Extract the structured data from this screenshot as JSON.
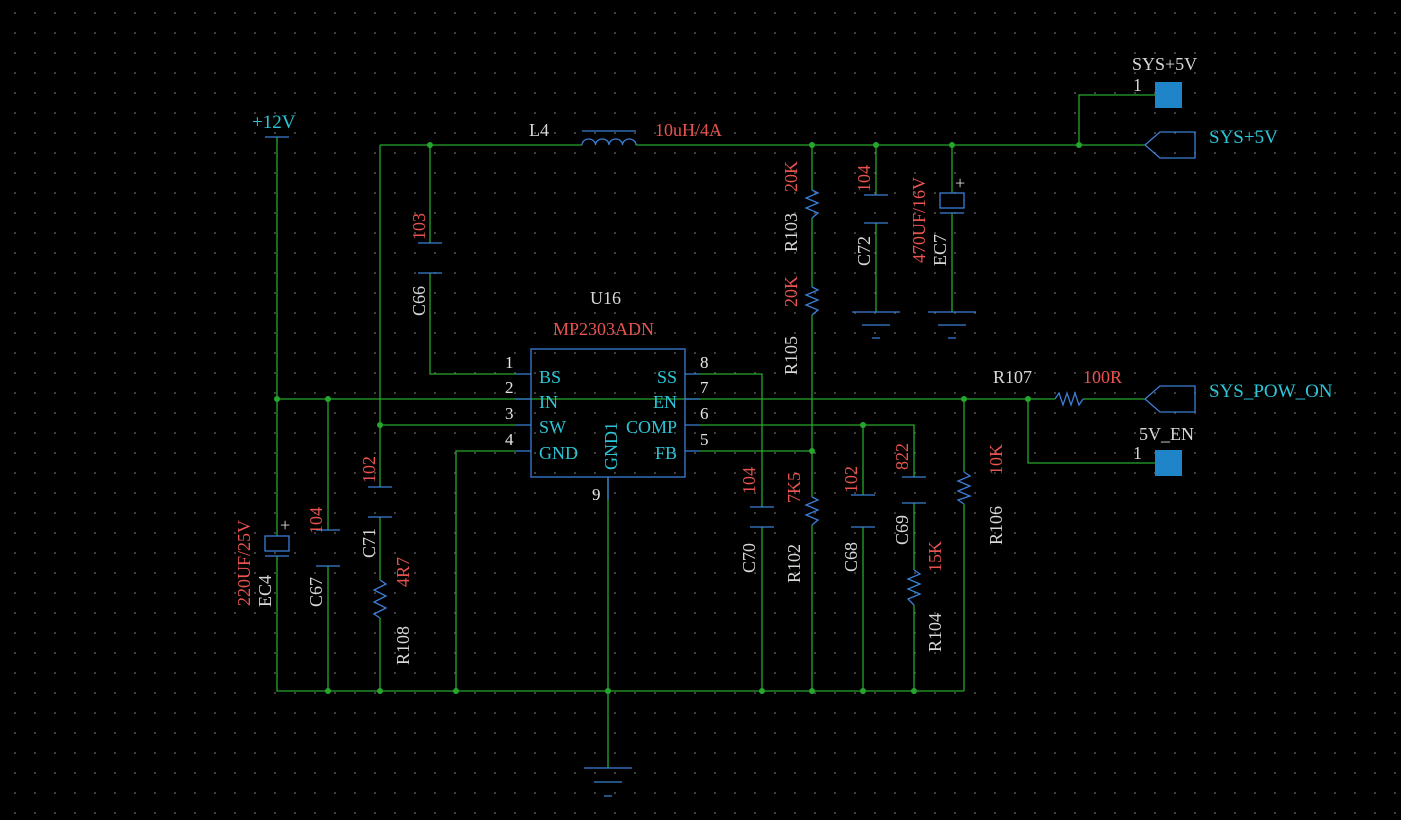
{
  "nets": {
    "v12": "+12V",
    "sys5v_port": "SYS+5V",
    "sys_pow_on": "SYS_POW_ON",
    "sys5v_header": "SYS+5V",
    "en5v_header": "5V_EN",
    "header1_pin": "1",
    "header2_pin": "1"
  },
  "ic": {
    "designator": "U16",
    "part": "MP2303ADN",
    "pins_left": [
      {
        "num": "1",
        "name": "BS"
      },
      {
        "num": "2",
        "name": "IN"
      },
      {
        "num": "3",
        "name": "SW"
      },
      {
        "num": "4",
        "name": "GND"
      }
    ],
    "pins_right": [
      {
        "num": "8",
        "name": "SS"
      },
      {
        "num": "7",
        "name": "EN"
      },
      {
        "num": "6",
        "name": "COMP"
      },
      {
        "num": "5",
        "name": "FB"
      }
    ],
    "pin_bottom": {
      "num": "9",
      "name": "GND1"
    }
  },
  "components": {
    "L4": {
      "des": "L4",
      "val": "10uH/4A"
    },
    "C66": {
      "des": "C66",
      "val": "103"
    },
    "R103": {
      "des": "R103",
      "val": "20K"
    },
    "R105": {
      "des": "R105",
      "val": "20K"
    },
    "C72": {
      "des": "C72",
      "val": "104"
    },
    "EC7": {
      "des": "EC7",
      "val": "470UF/16V"
    },
    "R107": {
      "des": "R107",
      "val": "100R"
    },
    "EC4": {
      "des": "EC4",
      "val": "220UF/25V"
    },
    "C67": {
      "des": "C67",
      "val": "104"
    },
    "C71": {
      "des": "C71",
      "val": "102"
    },
    "R108": {
      "des": "R108",
      "val": "4R7"
    },
    "C70": {
      "des": "C70",
      "val": "104"
    },
    "R102": {
      "des": "R102",
      "val": "7K5"
    },
    "C68": {
      "des": "C68",
      "val": "102"
    },
    "C69": {
      "des": "C69",
      "val": "822"
    },
    "R104": {
      "des": "R104",
      "val": "15K"
    },
    "R106": {
      "des": "R106",
      "val": "10K"
    }
  },
  "polarity": {
    "ec4": "+",
    "ec7": "+"
  },
  "colors": {
    "background": "#000000",
    "wire": "#27a62e",
    "component": "#3b7fd6",
    "net_label": "#2cc6d8",
    "designator": "#d8d8d8",
    "value": "#e8534f",
    "port_pad": "#1f84c8"
  }
}
